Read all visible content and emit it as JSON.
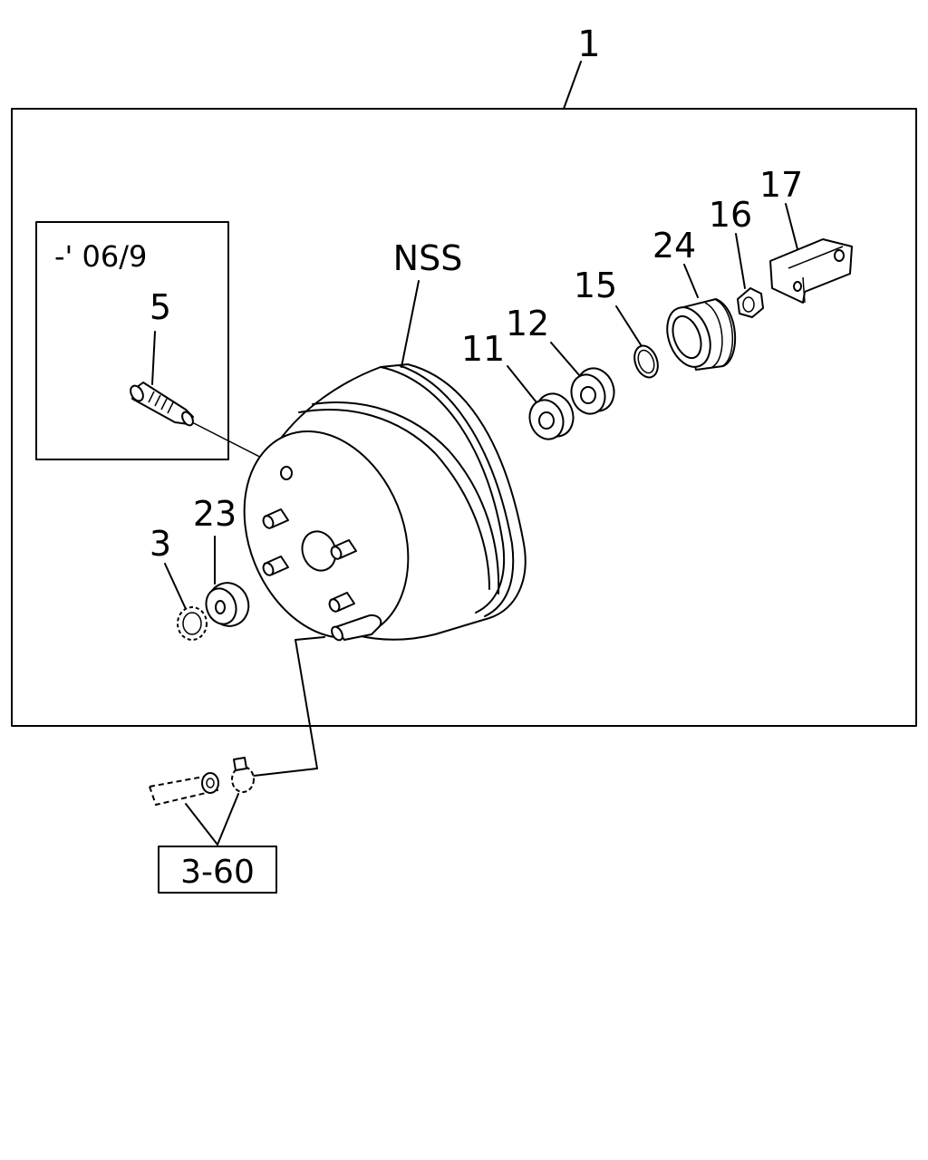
{
  "diagram": {
    "assembly_label": "1",
    "date_note": "-' 06/9",
    "ref_box": "3-60",
    "nss_label": "NSS",
    "parts": {
      "p3": "3",
      "p5": "5",
      "p11": "11",
      "p12": "12",
      "p15": "15",
      "p16": "16",
      "p17": "17",
      "p23": "23",
      "p24": "24"
    }
  }
}
